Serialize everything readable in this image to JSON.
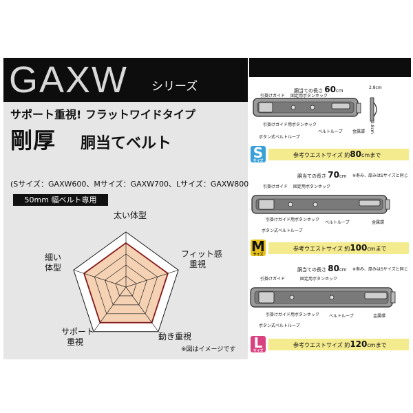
{
  "brand": {
    "model": "GAXW",
    "series": "シリーズ"
  },
  "headline": {
    "tagline": "サポート重視! フラットワイドタイプ",
    "name_big": "剛厚",
    "name_sub": "胴当てベルト",
    "sizes": "(Sサイズ：GAXW600、Mサイズ：GAXW700、Lサイズ：GAXW800)",
    "width_badge": "50mm 幅ベルト専用"
  },
  "radar": {
    "labels": {
      "top": "太い体型",
      "right_1": "フィット感",
      "right_2": "重視",
      "bottom_right": "動き重視",
      "bottom_left_1": "サポート",
      "bottom_left_2": "重視",
      "left_1": "細い",
      "left_2": "体型"
    },
    "values": [
      0.8,
      0.8,
      0.8,
      0.8,
      0.8
    ],
    "rings": 5,
    "colors": {
      "fill": "#f6d2b4",
      "outline": "#cc2a2a",
      "grid": "#222222",
      "outer_fill": "#ffffff"
    },
    "note": "※図はイメージです"
  },
  "belts": [
    {
      "len_label": "胴当ての長さ",
      "len_value": "60",
      "len_unit": "cm",
      "thick_1": "2.8cm",
      "thick_2": "13.8cm",
      "labels": {
        "hook": "引掛けガイド",
        "button_hook": "固定用ボタンホック",
        "hook_button": "引掛けガイド用ボタンホック",
        "button_loop": "ボタン式ベルトループ",
        "belt_loop": "ベルトループ",
        "metal": "金属環"
      },
      "size": "S",
      "size_sub": "サイズ",
      "size_color": "#3aa0d8",
      "waist_label": "参考ウエストサイズ 約",
      "waist_value": "80",
      "waist_unit": "cmまで"
    },
    {
      "len_label": "胴当ての長さ",
      "len_value": "70",
      "len_unit": "cm",
      "note": "※寿み、厚みはSサイズと同じ",
      "labels": {
        "hook": "引掛けガイド",
        "button_hook": "固定用ボタンホック",
        "hook_button": "引掛けガイド用ボタンホック",
        "button_loop": "ボタン式ベルトループ",
        "belt_loop": "ベルトループ",
        "metal": "金属環"
      },
      "size": "M",
      "size_sub": "サイズ",
      "size_color": "#e8c21a",
      "waist_label": "参考ウエストサイズ 約",
      "waist_value": "100",
      "waist_unit": "cmまで"
    },
    {
      "len_label": "胴当ての長さ",
      "len_value": "80",
      "len_unit": "cm",
      "note": "※寿み、厚みはSサイズと同じ",
      "labels": {
        "hook": "引掛けガイド",
        "button_hook": "固定用ボタンホック",
        "hook_button": "引掛けガイド用ボタンホック",
        "button_loop": "ボタン式ベルトループ",
        "belt_loop": "ベルトループ",
        "metal": "金属環"
      },
      "size": "L",
      "size_sub": "サイズ",
      "size_color": "#d8427f",
      "waist_label": "参考ウエストサイズ 約",
      "waist_value": "120",
      "waist_unit": "cmまで"
    }
  ]
}
